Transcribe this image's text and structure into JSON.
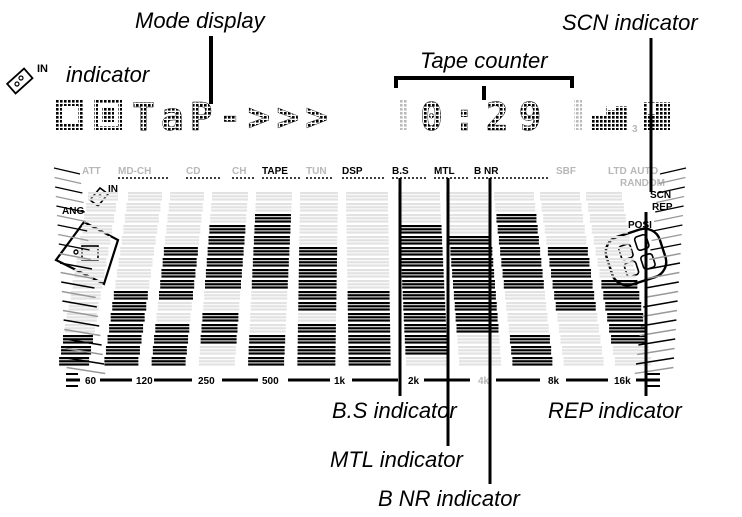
{
  "callouts": {
    "mode_display": "Mode display",
    "scn_indicator": "SCN indicator",
    "in_indicator": "indicator",
    "in_superscript": "IN",
    "tape_counter": "Tape counter",
    "bs_indicator": "B.S indicator",
    "rep_indicator": "REP indicator",
    "mtl_indicator": "MTL indicator",
    "bnr_indicator": "B NR indicator"
  },
  "display": {
    "mode_text": "TaP->>>",
    "counter": "0:29",
    "segment_labels": {
      "att": "ATT",
      "md_ch": "MD-CH",
      "cd": "CD",
      "ch": "CH",
      "tape": "TAPE",
      "tun": "TUN",
      "dsp": "DSP",
      "bs": "B.S",
      "mtl": "MTL",
      "bnr": "B NR",
      "sbf": "SBF",
      "ltd": "LTD",
      "auto": "AUTO",
      "random": "RANDOM",
      "in": "IN",
      "ang": "ANG",
      "scn": "SCN",
      "rep": "REP",
      "posi": "POSI",
      "small_3": "3"
    },
    "frequency_bands": [
      "60",
      "120",
      "250",
      "500",
      "1k",
      "2k",
      "4k",
      "8k",
      "16k"
    ]
  }
}
